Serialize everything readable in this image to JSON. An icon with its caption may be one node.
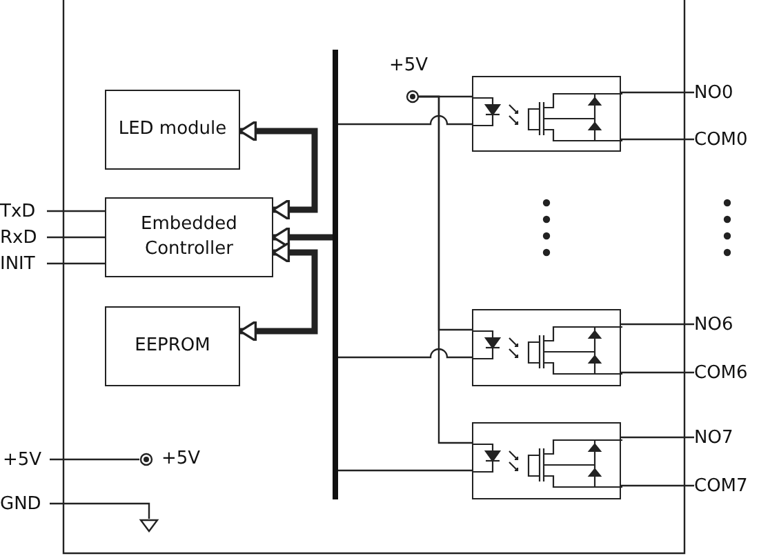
{
  "diagram": {
    "nodes": [
      {
        "text": [
          "LED module"
        ]
      },
      {
        "text": [
          "Embedded Controller"
        ]
      },
      {
        "text": [
          "EEPROM"
        ]
      },
      {
        "text": [],
        "shape": "bar"
      },
      {
        "text": [
          "TxD"
        ]
      },
      {
        "text": [
          "RxD"
        ]
      },
      {
        "text": [
          "INIT"
        ]
      },
      {
        "text": [],
        "shape": "box"
      },
      {
        "text": [],
        "shape": "box"
      },
      {
        "text": [],
        "shape": "box"
      },
      {
        "text": [
          "NO0"
        ]
      },
      {
        "text": [
          "COM0"
        ]
      },
      {
        "text": [
          "NO6"
        ]
      },
      {
        "text": [
          "COM6"
        ]
      },
      {
        "text": [
          "NO7"
        ]
      },
      {
        "text": [
          "COM7"
        ]
      },
      {
        "text": [
          "+5V"
        ]
      },
      {
        "text": [
          "+5V"
        ]
      },
      {
        "text": [
          "+5V"
        ]
      },
      {
        "text": [
          "GND"
        ]
      },
      {
        "text": [],
        "shape": "ground"
      }
    ],
    "edges": [
      {
        "from": 0,
        "to": 1,
        "arrow": "both",
        "style": "thick"
      },
      {
        "from": 3,
        "to": 1,
        "arrow": "to",
        "style": "thick"
      },
      {
        "from": 2,
        "to": 1,
        "arrow": "both",
        "style": "thick"
      },
      {
        "from": 4,
        "to": 1,
        "arrow": "none"
      },
      {
        "from": 5,
        "to": 1,
        "arrow": "none"
      },
      {
        "from": 6,
        "to": 1,
        "arrow": "none"
      },
      {
        "from": 16,
        "to": 7,
        "arrow": "none"
      },
      {
        "from": 16,
        "to": 8,
        "arrow": "none"
      },
      {
        "from": 16,
        "to": 9,
        "arrow": "none"
      },
      {
        "from": 3,
        "to": 7,
        "arrow": "none"
      },
      {
        "from": 3,
        "to": 8,
        "arrow": "none"
      },
      {
        "from": 3,
        "to": 9,
        "arrow": "none"
      },
      {
        "from": 7,
        "to": 10,
        "arrow": "none"
      },
      {
        "from": 7,
        "to": 11,
        "arrow": "none"
      },
      {
        "from": 8,
        "to": 12,
        "arrow": "none"
      },
      {
        "from": 8,
        "to": 13,
        "arrow": "none"
      },
      {
        "from": 9,
        "to": 14,
        "arrow": "none"
      },
      {
        "from": 9,
        "to": 15,
        "arrow": "none"
      },
      {
        "from": 17,
        "to": 18,
        "arrow": "none"
      },
      {
        "from": 19,
        "to": 20,
        "arrow": "none"
      }
    ]
  }
}
